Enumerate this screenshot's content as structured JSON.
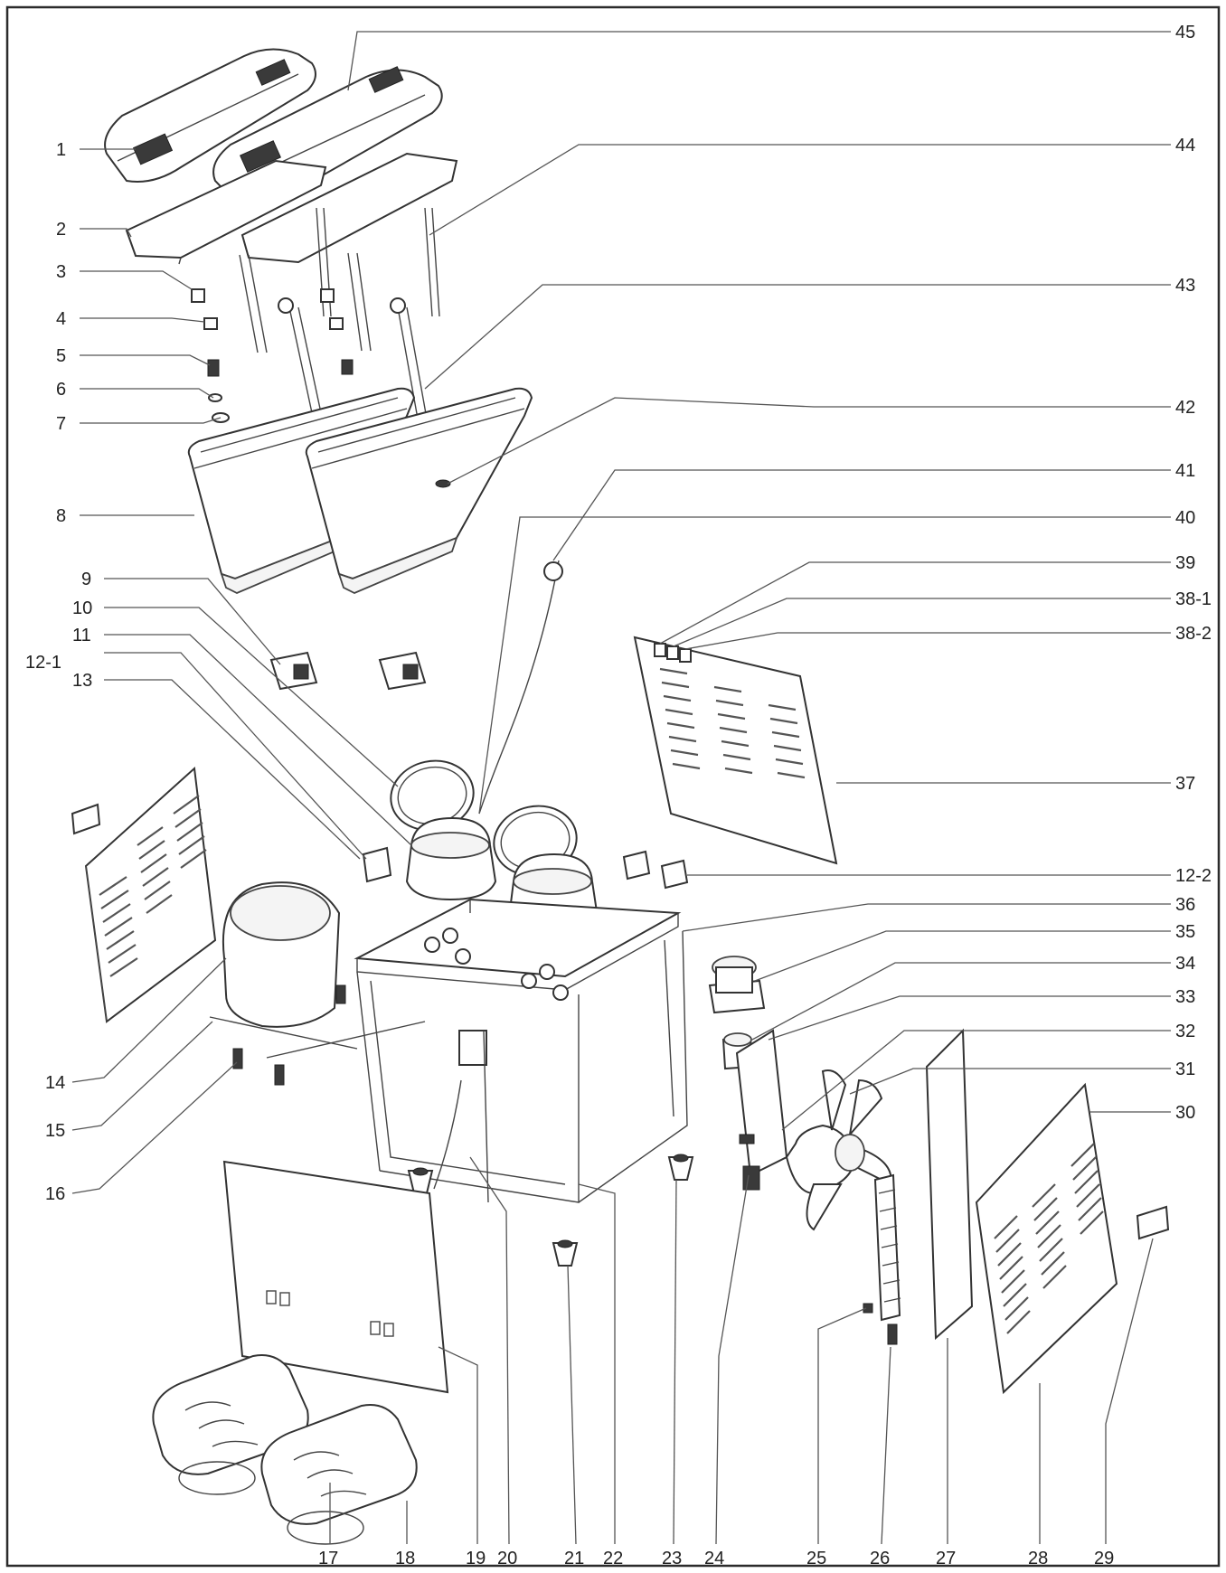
{
  "labels": {
    "left": [
      "1",
      "2",
      "3",
      "4",
      "5",
      "6",
      "7",
      "8",
      "9",
      "10",
      "11",
      "12-1",
      "13",
      "14",
      "15",
      "16"
    ],
    "right": [
      "45",
      "44",
      "43",
      "42",
      "41",
      "40",
      "39",
      "38-1",
      "38-2",
      "37",
      "12-2",
      "36",
      "35",
      "34",
      "33",
      "32",
      "31",
      "30"
    ],
    "bottom": [
      "17",
      "18",
      "19",
      "20",
      "21",
      "22",
      "23",
      "24",
      "25",
      "26",
      "27",
      "28",
      "29"
    ]
  },
  "colors": {
    "line": "#333333",
    "background": "#ffffff"
  }
}
